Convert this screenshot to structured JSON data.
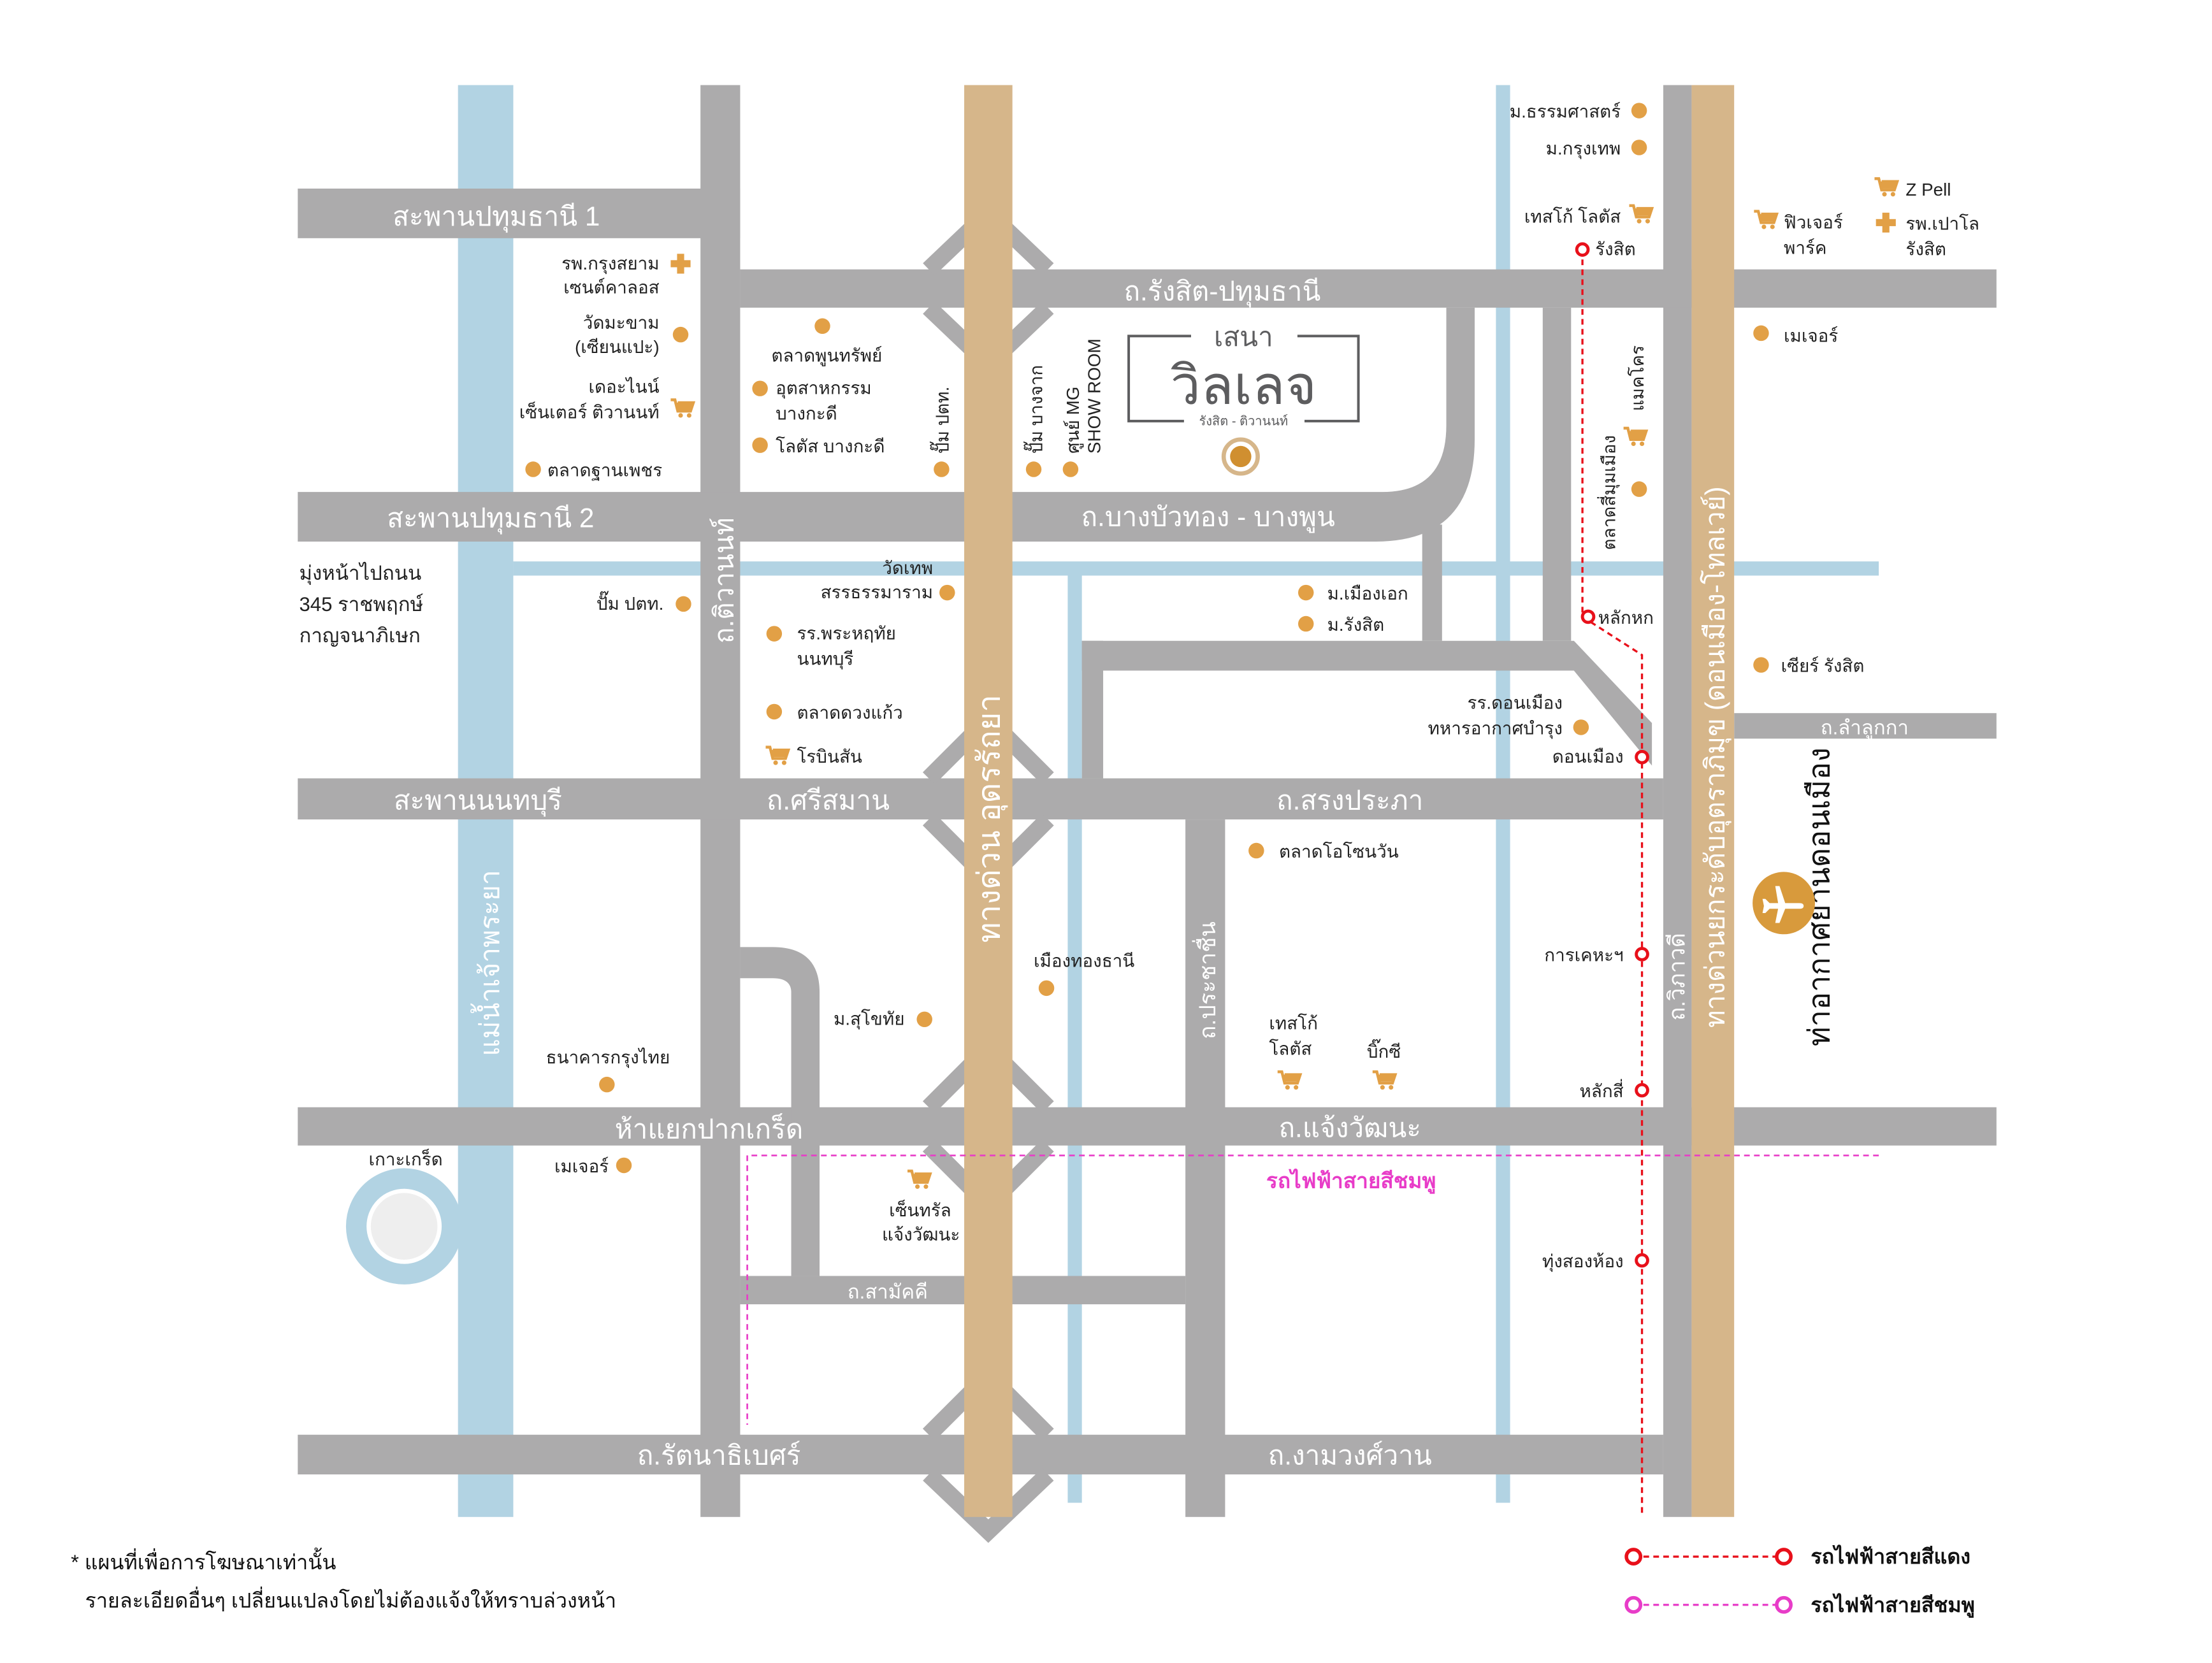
{
  "roads": {
    "bridge1": "สะพานปทุมธานี 1",
    "bridge2": "สะพานปทุมธานี 2",
    "nonthaburi_bridge": "สะพานนนทบุรี",
    "pakkret": "ห้าแยกปากเกร็ด",
    "rangsit_pathum": "ถ.รังสิต-ปทุมธานี",
    "bangbuathong": "ถ.บางบัวทอง - บางพูน",
    "tiwanon": "ถ.ติวานนท์",
    "srisaman": "ถ.ศรีสมาน",
    "songprapa": "ถ.สรงประภา",
    "chaengwattana": "ถ.แจ้งวัฒนะ",
    "rattanathibet": "ถ.รัตนาธิเบศร์",
    "ngamwongwan": "ถ.งามวงศ์วาน",
    "samakkhi": "ถ.สามัคคี",
    "prachachuen": "ถ.ประชาชื่น",
    "lamlukka": "ถ.ลำลูกกา",
    "vibhavadi": "ถ.วิภาวดี",
    "udonratthaya": "ทางด่วน อุดรรัถยา",
    "donmuang_tollway": "ทางด่วนยกระดับอุตราภิมุข (ดอนเมือง-โทลเวย์)",
    "chaophraya": "แม่น้ำเจ้าพระยา",
    "airport": "ท่าอากาศยานดอนเมือง",
    "koh_kret": "เกาะเกร็ด"
  },
  "direction": [
    "มุ่งหน้าไปถนน",
    "345 ราชพฤกษ์",
    "กาญจนาภิเษก"
  ],
  "logo": {
    "top": "เสนา",
    "main": "วิลเลจ",
    "sub": "รังสิต - ติวานนท์"
  },
  "places": {
    "hosp_krungsiam": [
      "รพ.กรุงสยาม",
      "เซนต์คาลอส"
    ],
    "wat_makham": [
      "วัดมะขาม",
      "(เซียนแปะ)"
    ],
    "nine_center": [
      "เดอะไนน์",
      "เซ็นเตอร์ ติวานนท์"
    ],
    "talad_thanphet": "ตลาดฐานเพชร",
    "ptt_left": "ปั๊ม ปตท.",
    "talad_phoonsap": "ตลาดพูนทรัพย์",
    "industrial": [
      "อุตสาหกรรม",
      "บางกะดี"
    ],
    "lotus_bangkadi": "โลตัส บางกะดี",
    "ptt_v": "ปั๊ม ปตท.",
    "bangchak": "ปั๊ม บางจาก",
    "mg": [
      "ศูนย์ MG",
      "SHOW ROOM"
    ],
    "wat_thep": [
      "วัดเทพ",
      "สรรธรรมาราม"
    ],
    "rr_phrahruthai": [
      "รร.พระหฤทัย",
      "นนทบุรี"
    ],
    "talad_duangkaew": "ตลาดดวงแก้ว",
    "robinson": "โรบินสัน",
    "muang_ek": "ม.เมืองเอก",
    "u_rangsit": "ม.รังสิต",
    "thammasat": "ม.ธรรมศาสตร์",
    "bangkok_u": "ม.กรุงเทพ",
    "tesco_rangsit": "เทสโก้ โลตัส",
    "future_park": [
      "ฟิวเจอร์",
      "พาร์ค"
    ],
    "zpell": "Z Pell",
    "paolo": [
      "รพ.เปาโล",
      "รังสิต"
    ],
    "major_r": "เมเจอร์",
    "makro": "แมคโคร",
    "talad_simummuang": "ตลาดสี่มุมเมือง",
    "sear": "เซียร์ รังสิต",
    "rr_donmuang": [
      "รร.ดอนเมือง",
      "ทหารอากาศบำรุง"
    ],
    "talad_ozone": "ตลาดโอโซนวัน",
    "muangthong": "เมืองทองธานี",
    "m_sukhothai": "ม.สุโขทัย",
    "ktb": "ธนาคารกรุงไทย",
    "tesco_cw": [
      "เทสโก้",
      "โลตัส"
    ],
    "bigc": "บิ๊กซี",
    "major_l": "เมเจอร์",
    "central": [
      "เซ็นทรัล",
      "แจ้งวัฒนะ"
    ]
  },
  "stations": {
    "rangsit": "รังสิต",
    "lak_hok": "หลักหก",
    "don_muang": "ดอนเมือง",
    "kan_kheha": "การเคหะฯ",
    "lak_si": "หลักสี่",
    "thung_song_hong": "ทุ่งสองห้อง"
  },
  "pink_line_label": "รถไฟฟ้าสายสีชมพู",
  "footnote": [
    "* แผนที่เพื่อการโฆษณาเท่านั้น",
    "รายละเอียดอื่นๆ เปลี่ยนแปลงโดยไม่ต้องแจ้งให้ทราบล่วงหน้า"
  ],
  "legend": {
    "red": "รถไฟฟ้าสายสีแดง",
    "pink": "รถไฟฟ้าสายสีชมพู"
  },
  "colors": {
    "road": "#acabac",
    "river": "#b2d3e3",
    "tollway": "#d6b68a",
    "red_line": "#e8101a",
    "pink_line": "#e83cc8",
    "marker": "#e2a046"
  }
}
